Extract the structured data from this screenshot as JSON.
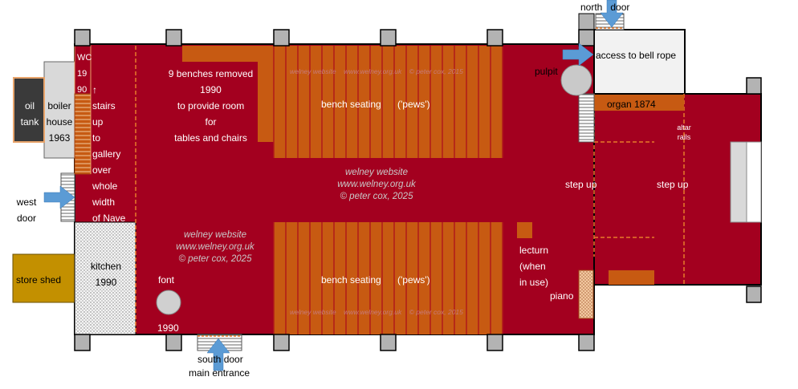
{
  "colors": {
    "nave": "#a3001f",
    "benches": "#c75a12",
    "orange_outline": "#e8a36a",
    "pillar": "#b3b3b3",
    "wall": "#000000",
    "oil_tank": "#3a3a3a",
    "store_shed": "#c39000",
    "boiler_house": "#d9d9d9",
    "arrow": "#5b9bd5",
    "bell_room": "#f2f2f2"
  },
  "labels": {
    "north_door": "north   door",
    "access_bell_rope": "access to bell rope",
    "pulpit": "pulpit",
    "organ": "organ 1874",
    "altar_rails": [
      "altar",
      "rails"
    ],
    "step_up_1": "step up",
    "step_up_2": "step up",
    "lecturn": [
      "lecturn",
      "(when",
      "in use)"
    ],
    "piano": "piano",
    "font": "font",
    "font_year": "1990",
    "south_door": "south door",
    "main_entrance": "main entrance",
    "kitchen": [
      "kitchen",
      "1990"
    ],
    "store_shed": "store shed",
    "west_door": [
      "west",
      "door"
    ],
    "oil_tank": [
      "oil",
      "tank"
    ],
    "boiler_house": [
      "boiler",
      "house",
      "1963"
    ],
    "wc": [
      "WC",
      "19",
      "90"
    ],
    "stairs": [
      "↑",
      "stairs",
      "up",
      "to",
      "gallery",
      "over",
      "whole",
      "width",
      "of Nave"
    ],
    "benches_removed": [
      "9 benches removed",
      "1990",
      "to provide room",
      "for",
      "tables and chairs"
    ],
    "bench_seating_top": "bench seating",
    "pews_top": "('pews')",
    "bench_seating_bottom": "bench seating",
    "pews_bottom": "('pews')"
  },
  "watermarks": {
    "center": [
      "welney website",
      "www.welney.org.uk",
      "© peter cox, 2025"
    ],
    "left": [
      "welney website",
      "www.welney.org.uk",
      "© peter cox, 2025"
    ],
    "strip_top": "welney website    www.welney.org.uk    © peter cox, 2015",
    "strip_bottom": "welney website    www.welney.org.uk    © peter cox, 2015"
  }
}
